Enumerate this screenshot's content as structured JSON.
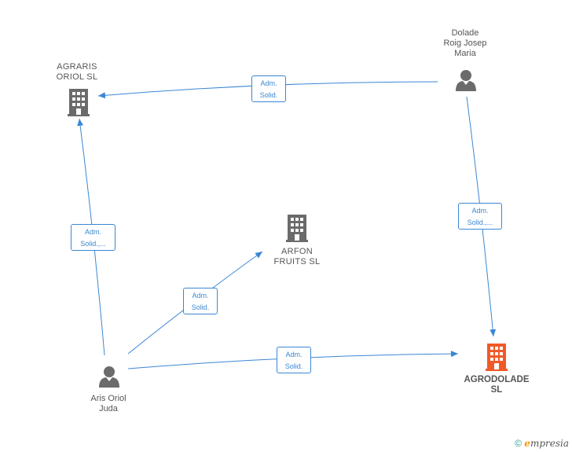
{
  "nodes": {
    "agraris": {
      "label": "AGRARIS\nORIOL  SL",
      "kind": "company"
    },
    "dolade": {
      "label": "Dolade\nRoig Josep\nMaria",
      "kind": "person"
    },
    "arfon": {
      "label": "ARFON\nFRUITS SL",
      "kind": "company"
    },
    "agrodolade": {
      "label": "AGRODOLADE\nSL",
      "kind": "company-focus"
    },
    "aris": {
      "label": "Aris Oriol\nJuda",
      "kind": "person"
    }
  },
  "edges": {
    "dolade_agraris": {
      "label": "Adm.\nSolid."
    },
    "aris_agraris": {
      "label": "Adm.\nSolid.,..."
    },
    "aris_arfon": {
      "label": "Adm.\nSolid."
    },
    "aris_agrodolade": {
      "label": "Adm.\nSolid."
    },
    "dolade_agrodolade": {
      "label": "Adm.\nSolid.,..."
    }
  },
  "colors": {
    "edge": "#3b87d4",
    "icon": "#6b6b6b",
    "focus": "#f05a28"
  },
  "icons": {
    "company": "building-icon",
    "person": "person-icon"
  },
  "footer": {
    "copyright": "©",
    "brand_first": "e",
    "brand_rest": "mpresia"
  }
}
